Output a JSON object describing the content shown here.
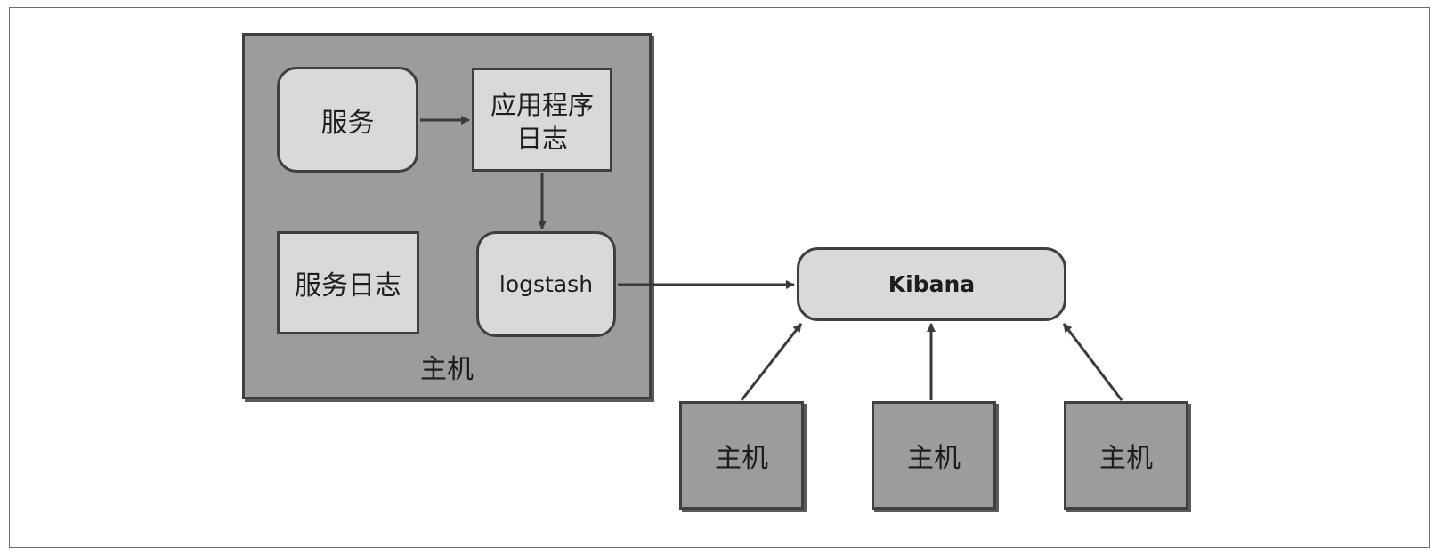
{
  "diagram": {
    "colors": {
      "host_fill": "#9c9c9c",
      "node_fill": "#d9d9d9",
      "border": "#3f3f3f",
      "arrow": "#3a3a3a"
    },
    "main_host": {
      "label": "主机",
      "service": "服务",
      "app_log": "应用程序\n日志",
      "service_log": "服务日志",
      "logstash": "logstash"
    },
    "kibana": "Kibana",
    "other_hosts": [
      "主机",
      "主机",
      "主机"
    ],
    "edges": [
      {
        "from": "服务",
        "to": "应用程序日志"
      },
      {
        "from": "应用程序日志",
        "to": "logstash"
      },
      {
        "from": "logstash",
        "to": "Kibana"
      },
      {
        "from": "主机",
        "to": "Kibana"
      },
      {
        "from": "主机",
        "to": "Kibana"
      },
      {
        "from": "主机",
        "to": "Kibana"
      }
    ]
  }
}
